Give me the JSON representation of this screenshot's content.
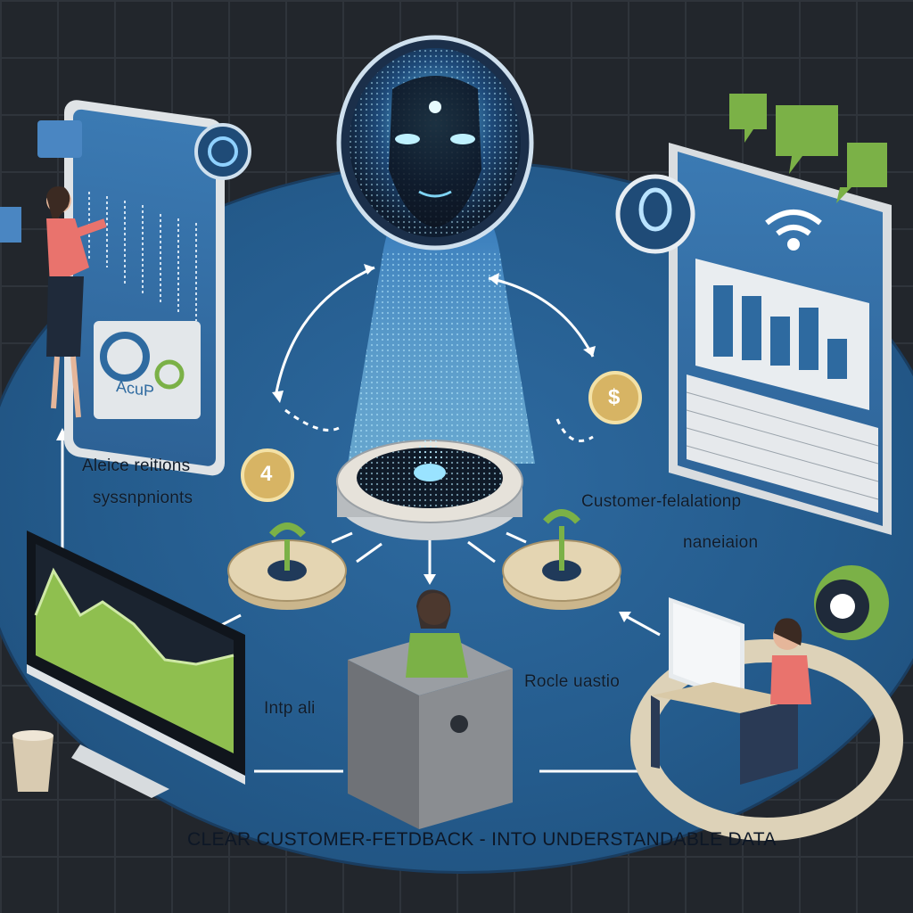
{
  "labels": {
    "left_top_1": "Aleice reitions",
    "left_top_2": "syssnpnionts",
    "right_top_1": "Customer-felalationp",
    "right_top_2": "naneiaion",
    "left_bottom": "Intp ali",
    "right_bottom": "Rocle uastio",
    "caption": "Clear customer-fetdback - into understandable data",
    "phone_brand": "AcuP",
    "badge_left": "4",
    "badge_right": "$"
  },
  "colors": {
    "background": "#22262c",
    "platform": "#245b8c",
    "accent_green": "#7bb147",
    "ai_glow": "#6fd6ff"
  },
  "icons": [
    "ai-head-icon",
    "speech-bubble-icon",
    "wifi-icon",
    "gear-icon",
    "dollar-coin-icon",
    "location-pin-icon"
  ]
}
